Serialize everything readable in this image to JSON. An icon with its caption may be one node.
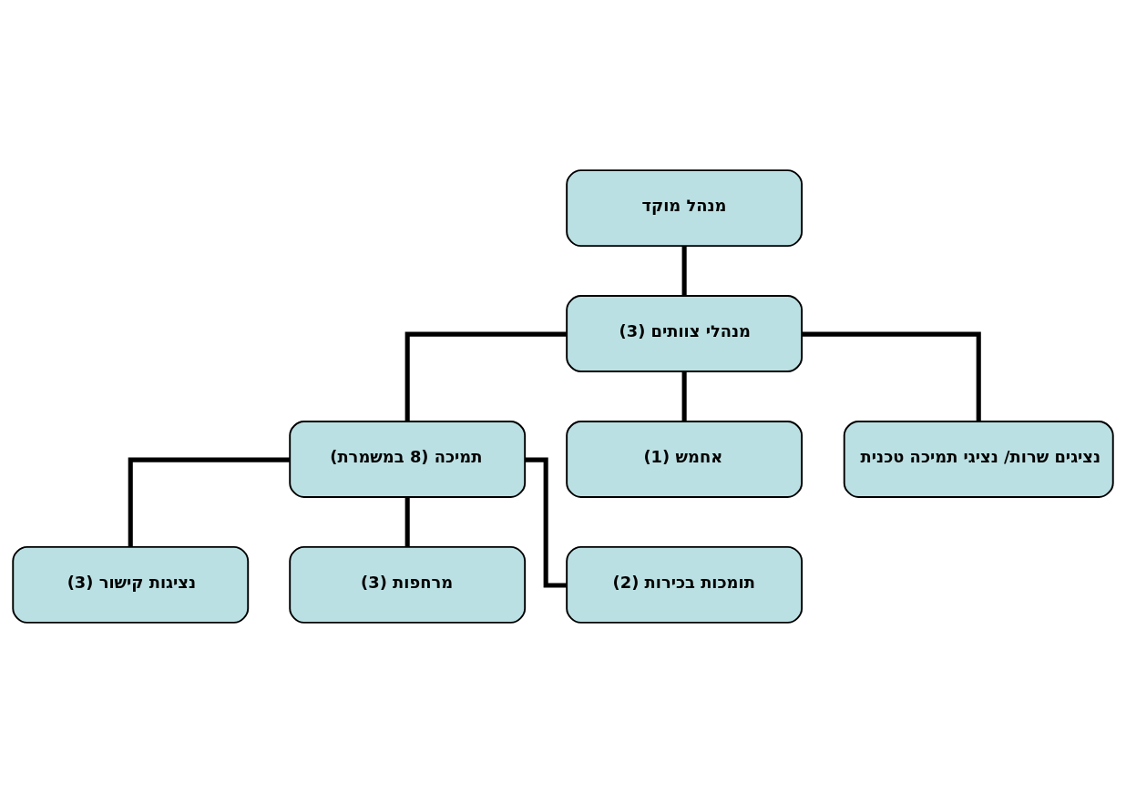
{
  "diagram": {
    "nodes": [
      {
        "text": [
          "מנהל מוקד"
        ]
      },
      {
        "text": [
          "מנהלי צוותים (3)"
        ]
      },
      {
        "text": [
          "נציגים שרות/ נציגי תמיכה טכנית"
        ]
      },
      {
        "text": [
          "אחמש (1)"
        ]
      },
      {
        "text": [
          "תמיכה (8 במשמרת)"
        ]
      },
      {
        "text": [
          "תומכות בכירות (2)"
        ]
      },
      {
        "text": [
          "מרחפות (3)"
        ]
      },
      {
        "text": [
          "נציגות קישור (3)"
        ]
      }
    ],
    "edges": [
      {
        "from": 0,
        "to": 1,
        "arrow": "none"
      },
      {
        "from": 1,
        "to": 2,
        "arrow": "none"
      },
      {
        "from": 1,
        "to": 3,
        "arrow": "none"
      },
      {
        "from": 1,
        "to": 4,
        "arrow": "none"
      },
      {
        "from": 4,
        "to": 5,
        "arrow": "none"
      },
      {
        "from": 4,
        "to": 6,
        "arrow": "none"
      },
      {
        "from": 4,
        "to": 7,
        "arrow": "none"
      }
    ]
  }
}
